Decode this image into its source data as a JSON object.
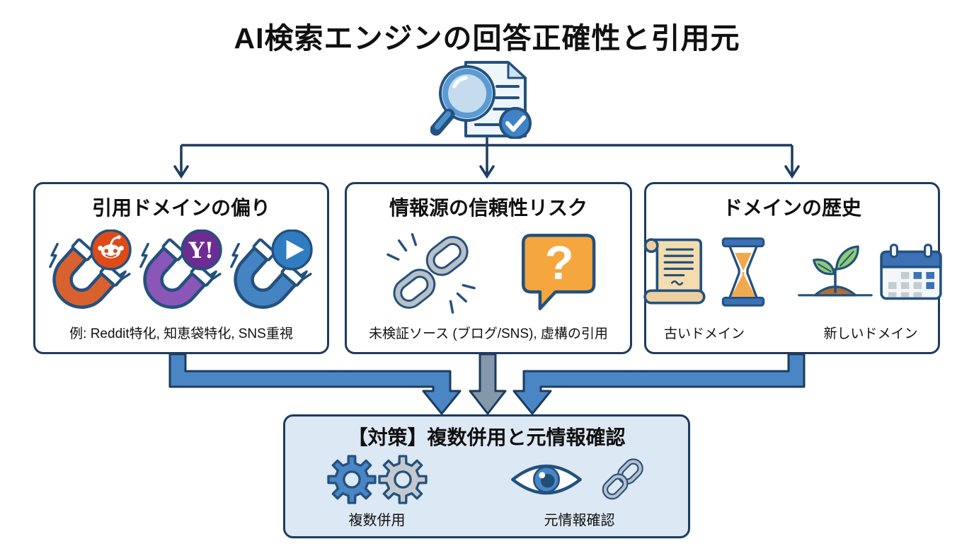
{
  "title": "AI検索エンジンの回答正確性と引用元",
  "center_icon": "document-search-check",
  "boxes": [
    {
      "title": "引用ドメインの偏り",
      "caption": "例: Reddit特化, 知恵袋特化, SNS重視",
      "icons": [
        "reddit-magnet",
        "yahoo-magnet",
        "video-magnet"
      ],
      "yahoo_badge": "Y!"
    },
    {
      "title": "情報源の信頼性リスク",
      "caption": "未検証ソース (ブログ/SNS), 虚構の引用",
      "icons": [
        "broken-chain",
        "question-bubble"
      ],
      "question_mark": "?"
    },
    {
      "title": "ドメインの歴史",
      "items": [
        {
          "label": "古いドメイン",
          "icons": [
            "scroll",
            "hourglass"
          ]
        },
        {
          "label": "新しいドメイン",
          "icons": [
            "sprout",
            "calendar"
          ]
        }
      ]
    }
  ],
  "footer": {
    "title": "【対策】複数併用と元情報確認",
    "items": [
      {
        "label": "複数併用",
        "icons": [
          "gear-blue",
          "gear-gray"
        ]
      },
      {
        "label": "元情報確認",
        "icons": [
          "eye",
          "chain-link"
        ]
      }
    ]
  },
  "colors": {
    "outline_navy": "#1d3c5e",
    "icon_navy": "#24517e",
    "arrow_blue": "#4a86c4",
    "arrow_gray": "#8498ab",
    "footer_bg": "#dce8f3",
    "reddit_orange": "#dd4b18",
    "yahoo_purple": "#6d2c91",
    "video_blue": "#2f7dc0",
    "bubble_orange": "#f5a63e",
    "parchment": "#f3dcae",
    "leaf_green": "#8ecb72"
  }
}
